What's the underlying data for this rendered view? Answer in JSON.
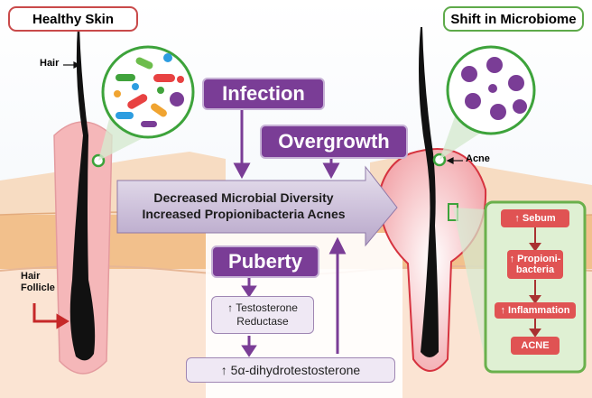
{
  "left_panel": {
    "title": "Healthy Skin",
    "hair_label": "Hair",
    "follicle_label": "Hair\nFollicle"
  },
  "right_panel": {
    "title": "Shift in Microbiome",
    "acne_label": "Acne"
  },
  "center": {
    "infection": "Infection",
    "overgrowth": "Overgrowth",
    "arrow_line1": "Decreased Microbial Diversity",
    "arrow_line2": "Increased Propionibacteria Acnes",
    "puberty": "Puberty",
    "testosterone": "↑ Testosterone\nReductase",
    "dht": "↑ 5α-dihydrotestosterone"
  },
  "cascade": {
    "sebum": "↑ Sebum",
    "propioni": "↑ Propioni-\nbacteria",
    "inflammation": "↑ Inflammation",
    "acne": "ACNE"
  },
  "colors": {
    "purple": "#7a3d96",
    "lavender": "#efe8f4",
    "red_step": "#e05353",
    "green_panel": "#6ab04c",
    "skin_top": "#f7dcc2",
    "skin_mid": "#f2c08c"
  }
}
